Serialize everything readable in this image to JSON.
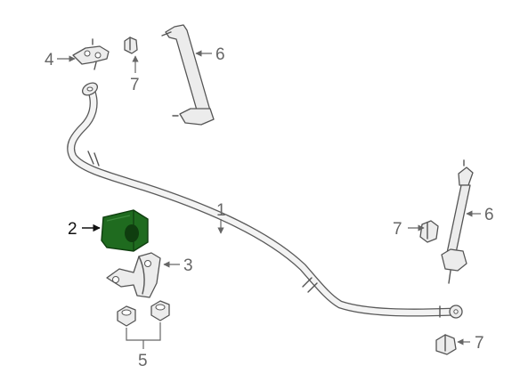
{
  "diagram": {
    "colors": {
      "highlight": "#1f6b1f",
      "highlight_dark": "#0f3d0f",
      "line": "#555555",
      "label": "#666666",
      "label_highlight": "#111111"
    },
    "callouts": {
      "c1": "1",
      "c2": "2",
      "c3": "3",
      "c4": "4",
      "c5": "5",
      "c6a": "6",
      "c6b": "6",
      "c7a": "7",
      "c7b": "7",
      "c7c": "7"
    }
  }
}
